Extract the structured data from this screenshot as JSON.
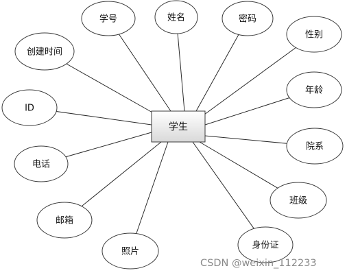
{
  "diagram": {
    "entity": {
      "label": "学生"
    },
    "attributes": [
      {
        "id": "xuehao",
        "label": "学号"
      },
      {
        "id": "xingming",
        "label": "姓名"
      },
      {
        "id": "mima",
        "label": "密码"
      },
      {
        "id": "xingbie",
        "label": "性别"
      },
      {
        "id": "chuangjian",
        "label": "创建时间"
      },
      {
        "id": "nianling",
        "label": "年龄"
      },
      {
        "id": "id",
        "label": "ID"
      },
      {
        "id": "yuanxi",
        "label": "院系"
      },
      {
        "id": "dianhua",
        "label": "电话"
      },
      {
        "id": "banji",
        "label": "班级"
      },
      {
        "id": "youxiang",
        "label": "邮箱"
      },
      {
        "id": "zhaopian",
        "label": "照片"
      },
      {
        "id": "shenfenzheng",
        "label": "身份证"
      }
    ]
  },
  "watermark": {
    "text": "CSDN @weixin_112233"
  },
  "colors": {
    "entity_fill_top": "#ffffff",
    "entity_fill_bottom": "#d9d9d9",
    "stroke": "#3a3a3a",
    "watermark": "#8a8a8a"
  }
}
